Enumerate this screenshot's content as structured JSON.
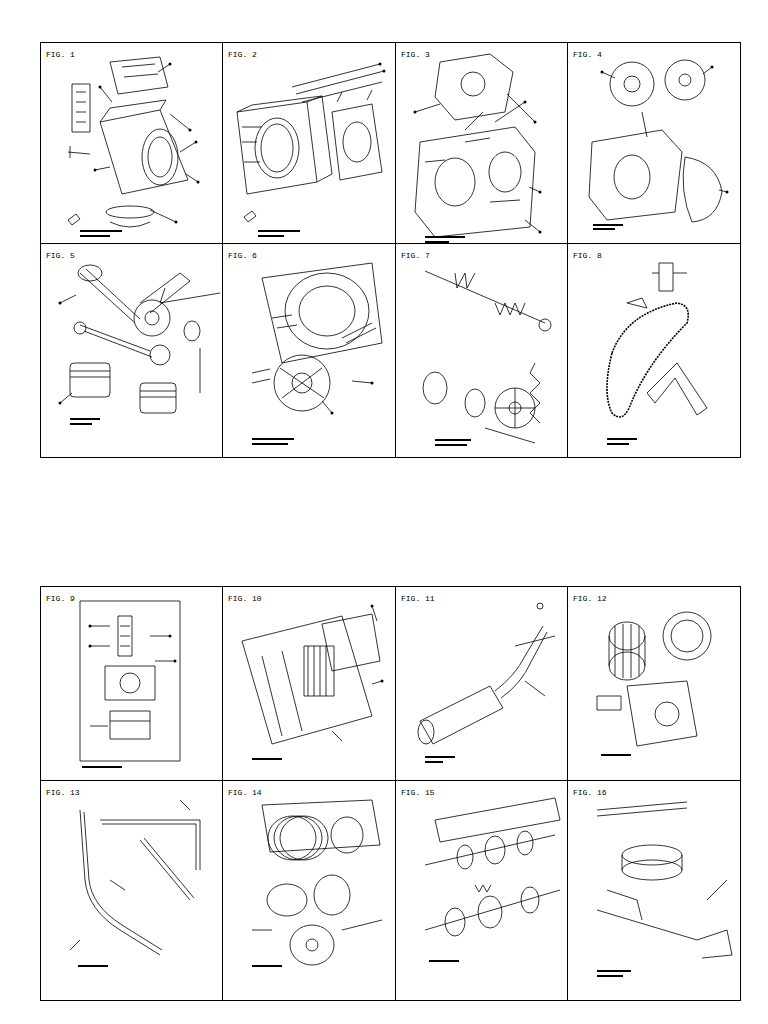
{
  "diagram": {
    "nodes": [
      {
        "text": [
          "FIG. 1"
        ]
      },
      {
        "text": [
          "FIG. 2"
        ]
      },
      {
        "text": [
          "FIG. 3"
        ]
      },
      {
        "text": [
          "FIG. 4"
        ]
      },
      {
        "text": [
          "FIG. 5"
        ]
      },
      {
        "text": [
          "FIG. 6"
        ]
      },
      {
        "text": [
          "FIG. 7"
        ]
      },
      {
        "text": [
          "FIG. 8"
        ]
      },
      {
        "text": [
          "FIG. 9"
        ]
      },
      {
        "text": [
          "FIG. 10"
        ]
      },
      {
        "text": [
          "FIG. 11"
        ]
      },
      {
        "text": [
          "FIG. 12"
        ]
      },
      {
        "text": [
          "FIG. 13"
        ]
      },
      {
        "text": [
          "FIG. 14"
        ]
      },
      {
        "text": [
          "FIG. 15"
        ]
      },
      {
        "text": [
          "FIG. 16"
        ]
      }
    ]
  }
}
